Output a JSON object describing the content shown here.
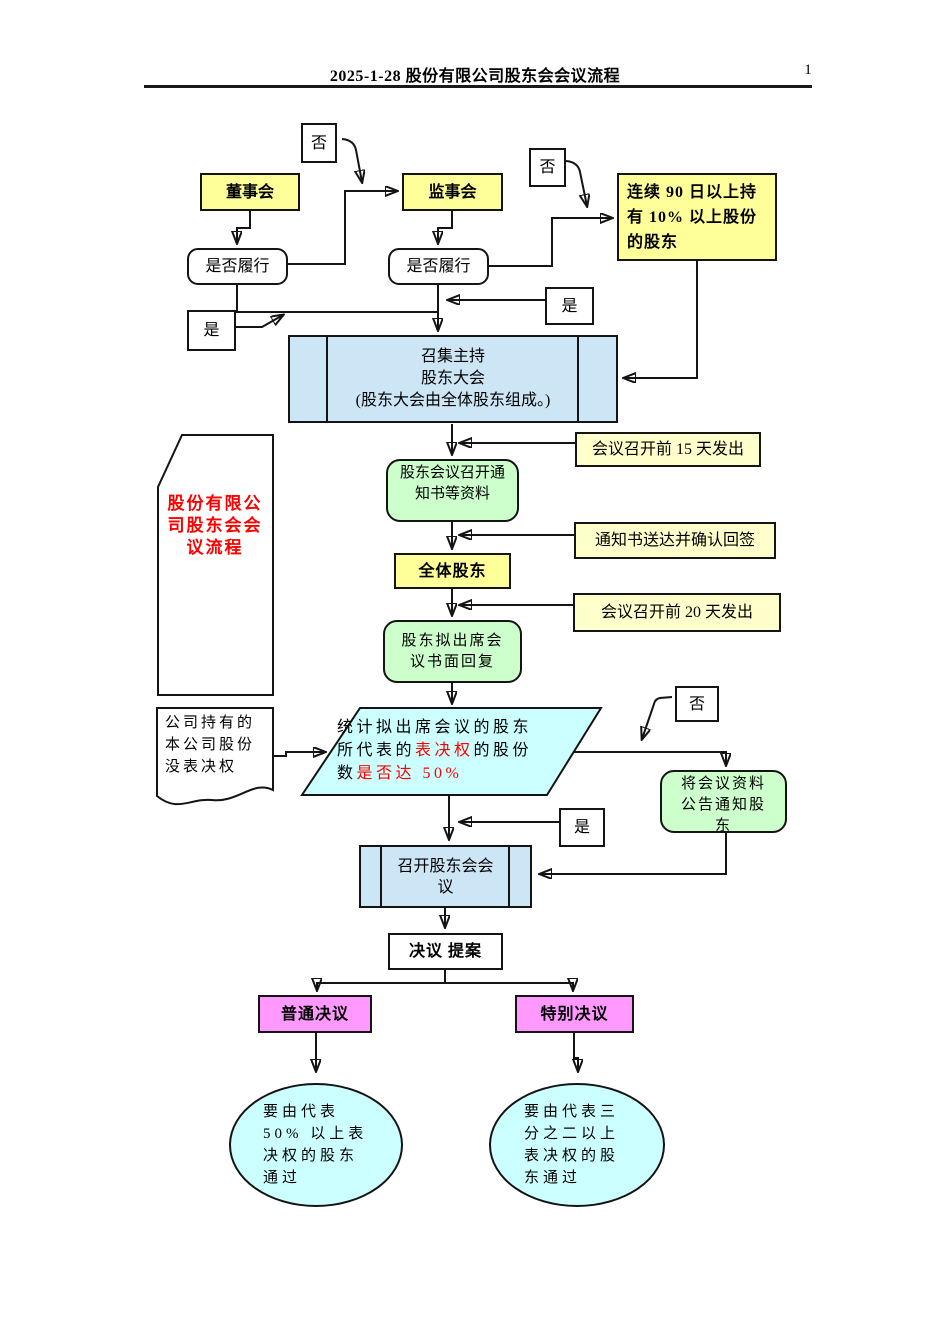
{
  "header": {
    "title": "2025-1-28 股份有限公司股东会会议流程",
    "page_number": "1"
  },
  "labels": {
    "yes": "是",
    "no": "否"
  },
  "nodes": {
    "board": "董事会",
    "supervisory": "监事会",
    "holders90": "连续 90 日以上持有 10% 以上股份的股东",
    "fulfill": "是否履行",
    "convene_line1": "召集主持",
    "convene_line2": "股东大会",
    "convene_line3": "(股东大会由全体股东组成。)",
    "notice_docs": "股东会议召开通知书等资料",
    "all_shareholders": "全体股东",
    "written_reply": "股东拟出席会议书面回复",
    "flag_title": "股份有限公司股东会会议流程",
    "no_voting_doc": "公司持有的本公司股份没表决权",
    "tally_black1": "统计拟出席会议的股东所代表的",
    "tally_red1": "表决权",
    "tally_black2": "的股份数",
    "tally_red2": "是否达 50%",
    "announce": "将会议资料公告通知股东",
    "hold_meeting": "召开股东会会议",
    "resolution": "决议 提案",
    "ordinary": "普通决议",
    "special": "特别决议",
    "ordinary_pass": "要由代表 50% 以上表决权的股东通过",
    "special_pass": "要由代表三分之二以上表决权的股东通过"
  },
  "annotations": {
    "days15": "会议召开前 15 天发出",
    "receipt": "通知书送达并确认回签",
    "days20": "会议召开前 20 天发出"
  },
  "colors": {
    "node_yellow": "#FFFF99",
    "annotation_yellow": "#FFFFCC",
    "process_blue": "#CDE6F5",
    "terminal_green": "#CCFFCC",
    "data_cyan": "#CCFFFF",
    "decision_magenta": "#FF99FF",
    "highlight_red": "#FF0000",
    "line_black": "#141414"
  }
}
